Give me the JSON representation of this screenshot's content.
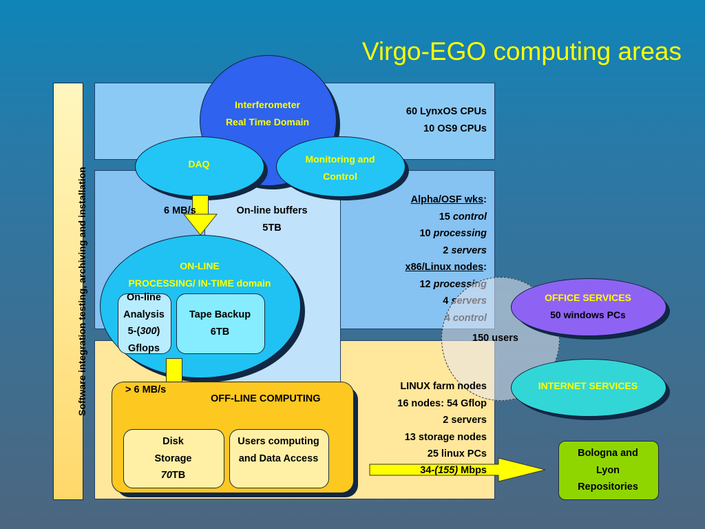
{
  "title": "Virgo-EGO  computing areas",
  "sidebar": {
    "label": "Software integration testing, archiving and installation"
  },
  "realtime": {
    "label_line1": "Interferometer",
    "label_line2": "Real Time Domain",
    "cpus_line1": "60 LynxOS CPUs",
    "cpus_line2": "10 OS9 CPUs"
  },
  "daq": {
    "label": "DAQ"
  },
  "monitoring": {
    "label_line1": "Monitoring and",
    "label_line2": "Control"
  },
  "online_buffers": {
    "rate": "6 MB/s",
    "label_line1": "On-line buffers",
    "label_line2": "5TB"
  },
  "online_processing": {
    "label_line1": "ON-LINE",
    "label_line2": "PROCESSING/ IN-TIME domain",
    "analysis": {
      "line1": "On-line",
      "line2": "Analysis",
      "line3_prefix": "5-(",
      "line3_italic": "300",
      "line3_suffix": ")",
      "line4": "Gflops"
    },
    "tape": {
      "line1": "Tape Backup",
      "line2": "6TB"
    }
  },
  "workstations": {
    "alpha_title": "Alpha/OSF wks",
    "alpha_control_num": "15",
    "alpha_control_word": "control",
    "alpha_processing_num": "10",
    "alpha_processing_word": "processing",
    "alpha_servers_num": "2",
    "alpha_servers_word": "servers",
    "linux_title": "x86/Linux nodes",
    "linux_processing_num": "12",
    "linux_processing_word": "processing",
    "linux_servers_num": "4",
    "linux_servers_word": "servers",
    "linux_control_num": "4",
    "linux_control_word": "control"
  },
  "offline": {
    "rate": "> 6 MB/s",
    "label": "OFF-LINE COMPUTING",
    "disk": {
      "line1": "Disk",
      "line2": "Storage",
      "line3_italic": "70",
      "line3_suffix": "TB"
    },
    "users": {
      "line1": "Users computing",
      "line2": "and Data Access"
    }
  },
  "farm": {
    "line1": "LINUX farm nodes",
    "line2": "16 nodes: 54 Gflop",
    "line3": "2 servers",
    "line4": "13 storage nodes",
    "line5": "25 linux PCs",
    "line6_prefix": "34-",
    "line6_italic": "(155)",
    "line6_suffix": " Mbps"
  },
  "office": {
    "users": "150 users",
    "label_line1": "OFFICE SERVICES",
    "label_line2": "50 windows PCs"
  },
  "internet": {
    "label": "INTERNET SERVICES"
  },
  "repositories": {
    "line1": "Bologna and",
    "line2": "Lyon",
    "line3": "Repositories"
  },
  "colors": {
    "title": "#ffff00",
    "realtime_circle": "#2f62ee",
    "daq_ellipse": "#22c5f5",
    "online_ellipse": "#1fc2f2",
    "office_ellipse": "#8e63f4",
    "internet_ellipse": "#33d6d6",
    "offline_box": "#fdc820",
    "repositories_box": "#8fd600",
    "arrow": "#ffff00"
  }
}
